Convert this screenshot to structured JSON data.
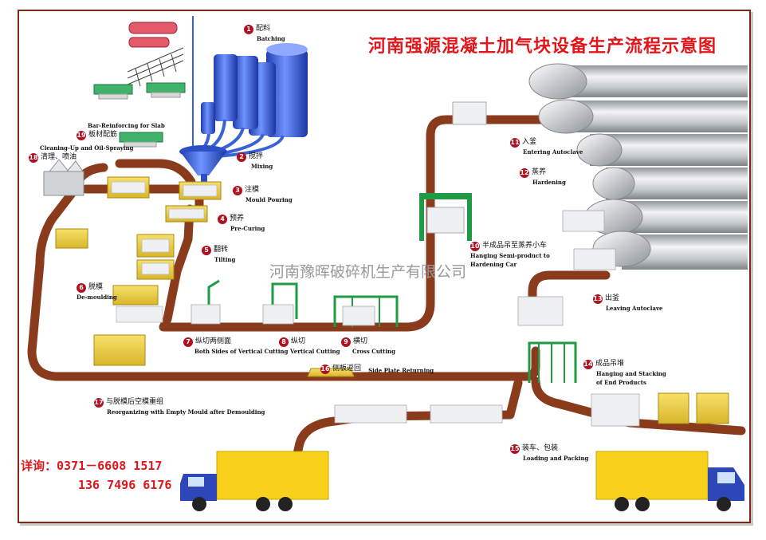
{
  "title": "河南强源混凝土加气块设备生产流程示意图",
  "watermark": "河南豫晖破碎机生产有限公司",
  "contact": {
    "label": "详询：",
    "phone1": "0371－6608 1517",
    "phone2": "136 7496 6176"
  },
  "steps": [
    {
      "num": "1",
      "cn": "配料",
      "en": "Batching"
    },
    {
      "num": "2",
      "cn": "搅拌",
      "en": "Mixing"
    },
    {
      "num": "3",
      "cn": "注模",
      "en": "Mould Pouring"
    },
    {
      "num": "4",
      "cn": "预养",
      "en": "Pre-Curing"
    },
    {
      "num": "5",
      "cn": "翻转",
      "en": "Tilting"
    },
    {
      "num": "6",
      "cn": "脱模",
      "en": "De-moulding"
    },
    {
      "num": "7",
      "cn": "纵切两侧面",
      "en": "Both Sides of Vertical Cutting"
    },
    {
      "num": "8",
      "cn": "纵切",
      "en": "Vertical Cutting"
    },
    {
      "num": "9",
      "cn": "横切",
      "en": "Cross Cutting"
    },
    {
      "num": "10",
      "cn": "半成品吊至蒸养小车",
      "en": "Hanging Semi-product to Hardening Car"
    },
    {
      "num": "11",
      "cn": "入釜",
      "en": "Entering Autoclave"
    },
    {
      "num": "12",
      "cn": "蒸养",
      "en": "Hardening"
    },
    {
      "num": "13",
      "cn": "出釜",
      "en": "Leaving Autoclave"
    },
    {
      "num": "14",
      "cn": "成品吊堆",
      "en": "Hanging and Stacking of End Products"
    },
    {
      "num": "15",
      "cn": "装车、包装",
      "en": "Loading and Packing"
    },
    {
      "num": "16",
      "cn": "侧板返回",
      "en": "Side Plate Returning"
    },
    {
      "num": "17",
      "cn": "与脱模后空模重组",
      "en": "Reorganizing with Empty Mould after Demoulding"
    },
    {
      "num": "18",
      "cn": "清理、喷油",
      "en": "Cleaning-Up and Oil-Spraying"
    },
    {
      "num": "19",
      "cn": "板材配筋",
      "en": "Bar-Reinforcing for Slab"
    }
  ],
  "colors": {
    "track": "#8a3b1c",
    "accent": "#e0161b",
    "mould": "#f2d23a",
    "silo": "#3a62d8",
    "frame": "#1f9a45"
  }
}
